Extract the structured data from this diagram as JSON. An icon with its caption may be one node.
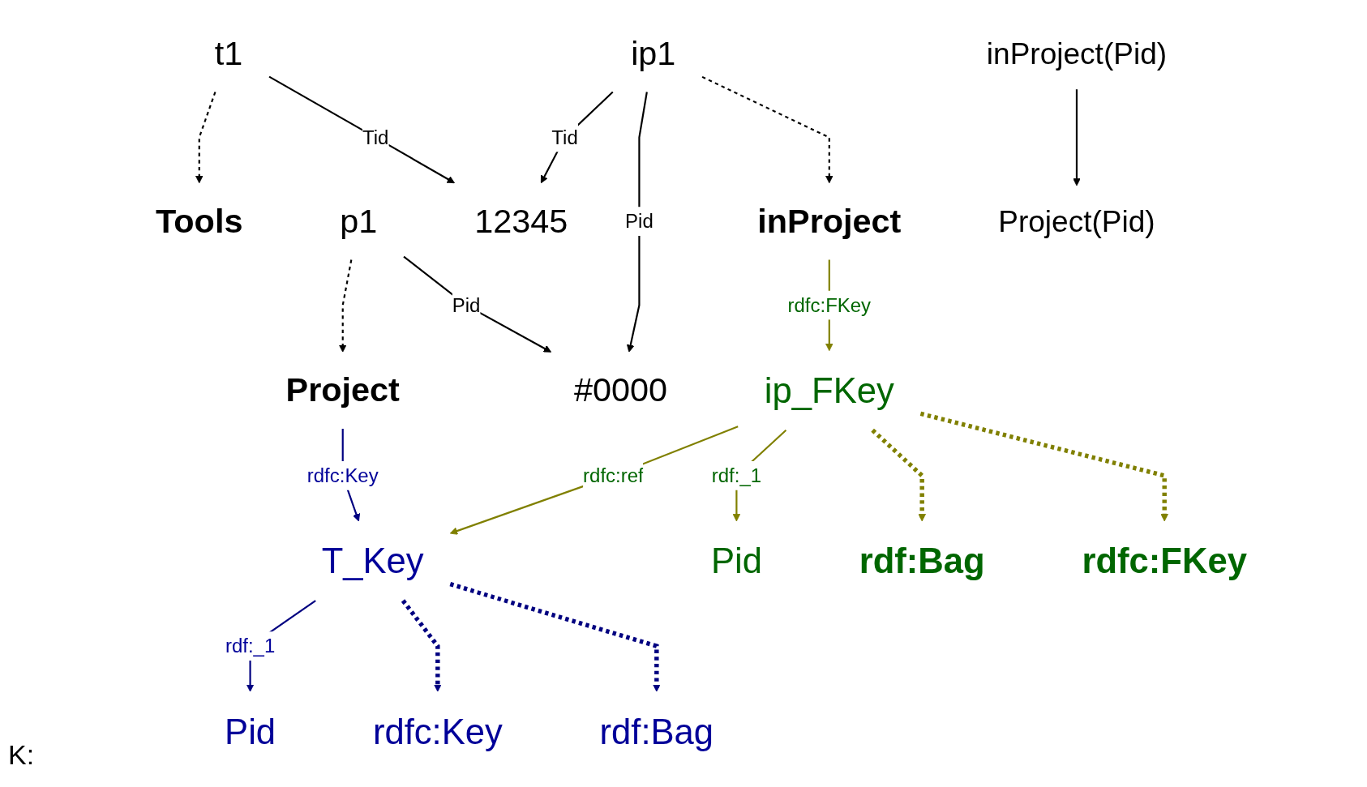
{
  "diagram": {
    "nodes": [
      {
        "text": [
          "Tools"
        ]
      },
      {
        "text": [
          "Project"
        ]
      },
      {
        "text": [
          "T_Key"
        ]
      },
      {
        "text": [
          "Pid"
        ]
      },
      {
        "text": [
          "t1"
        ]
      },
      {
        "text": [
          "p1"
        ]
      },
      {
        "text": [
          "rdfc:Key"
        ]
      },
      {
        "text": [
          "rdf:Bag"
        ]
      },
      {
        "text": [
          "12345"
        ]
      },
      {
        "text": [
          "#0000"
        ]
      },
      {
        "text": [
          "ip1"
        ]
      },
      {
        "text": [
          "inProject"
        ]
      },
      {
        "text": [
          "ip_FKey"
        ]
      },
      {
        "text": [
          "Pid"
        ]
      },
      {
        "text": [
          "rdf:Bag"
        ]
      },
      {
        "text": [
          "rdfc:FKey"
        ]
      },
      {
        "text": [
          "inProject(Pid)"
        ]
      },
      {
        "text": [
          "Project(Pid)"
        ]
      }
    ],
    "edges": [
      {
        "from": 4,
        "to": 0,
        "arrow": "to",
        "style": "dashed"
      },
      {
        "from": 5,
        "to": 1,
        "arrow": "to",
        "style": "dashed"
      },
      {
        "from": 4,
        "to": 8,
        "arrow": "to",
        "label": "Tid"
      },
      {
        "from": 5,
        "to": 9,
        "arrow": "to",
        "label": "Pid"
      },
      {
        "from": 10,
        "to": 8,
        "arrow": "to",
        "label": "Tid"
      },
      {
        "from": 10,
        "to": 9,
        "arrow": "to",
        "label": "Pid"
      },
      {
        "from": 10,
        "to": 11,
        "arrow": "to",
        "style": "dashed"
      },
      {
        "from": 1,
        "to": 2,
        "arrow": "to",
        "label": "rdfc:Key",
        "color": "#000080"
      },
      {
        "from": 2,
        "to": 3,
        "arrow": "to",
        "label": "rdf:_1",
        "color": "#000080"
      },
      {
        "from": 2,
        "to": 6,
        "arrow": "to",
        "style": "dashed",
        "color": "#000080"
      },
      {
        "from": 2,
        "to": 7,
        "arrow": "to",
        "style": "dashed",
        "color": "#000080"
      },
      {
        "from": 11,
        "to": 12,
        "arrow": "to",
        "label": "rdfc:FKey",
        "color": "#808000"
      },
      {
        "from": 12,
        "to": 2,
        "arrow": "to",
        "label": "rdfc:ref",
        "color": "#808000"
      },
      {
        "from": 12,
        "to": 13,
        "arrow": "to",
        "label": "rdf:_1",
        "color": "#808000"
      },
      {
        "from": 12,
        "to": 14,
        "arrow": "to",
        "style": "dashed",
        "color": "#808000"
      },
      {
        "from": 12,
        "to": 15,
        "arrow": "to",
        "style": "dashed",
        "color": "#808000"
      },
      {
        "from": 16,
        "to": 17,
        "arrow": "to"
      }
    ],
    "labels": [
      "K:"
    ]
  }
}
